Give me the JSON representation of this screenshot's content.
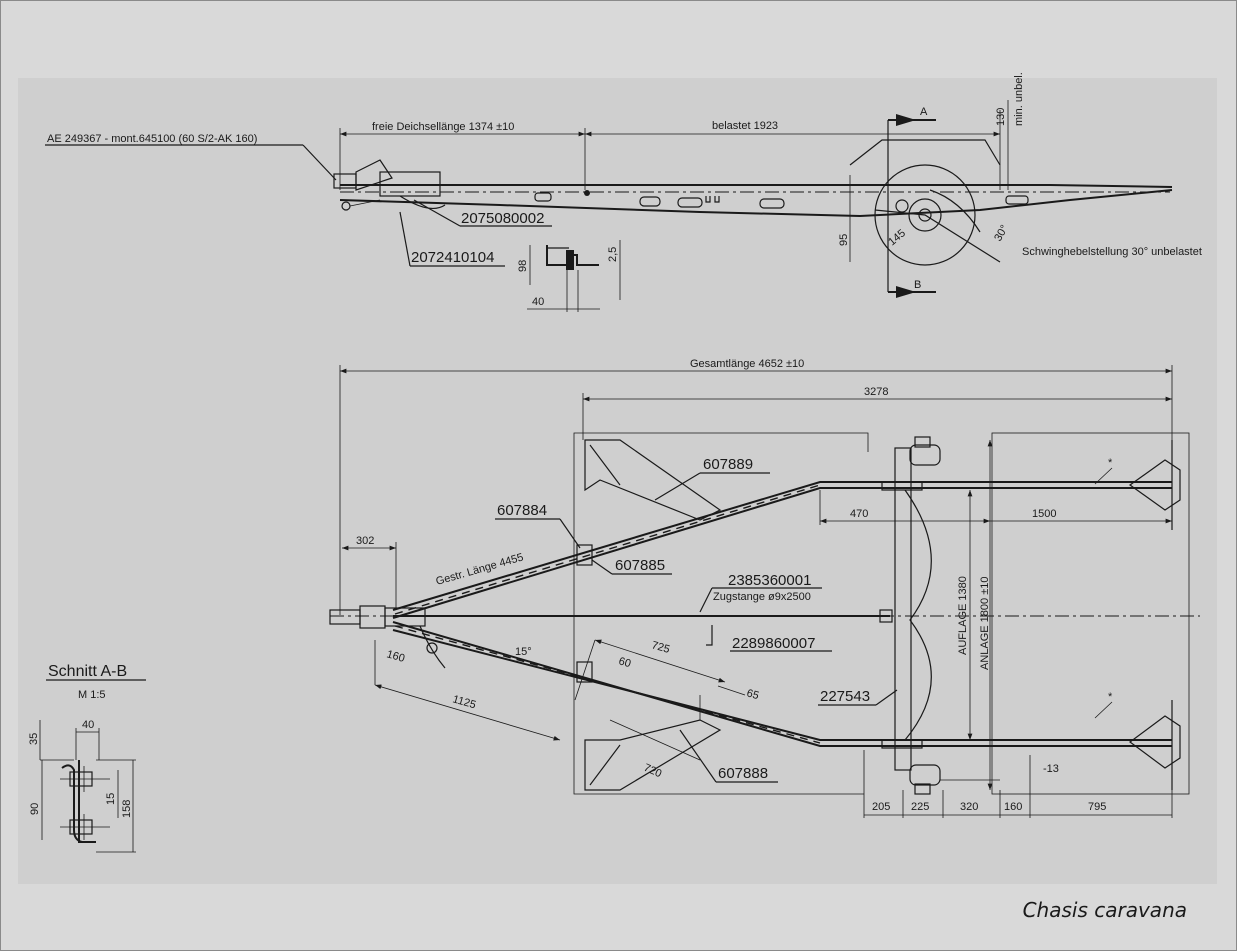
{
  "caption": "Chasis caravana",
  "side_view": {
    "coupling_spec": "AE 249367 - mont.645100 (60 S/2-AK 160)",
    "drawbar_length": "freie Deichsellänge 1374 ±10",
    "loaded": "belastet 1923",
    "section_a": "A",
    "section_b": "B",
    "dim_130": "130",
    "min_unbel": "min. unbel.",
    "dim_95": "95",
    "dim_145": "145",
    "angle_30": "30°",
    "swing_arm": "Schwinghebelstellung 30° unbelastet",
    "part_1": "2075080002",
    "part_2": "2072410104",
    "profile_98": "98",
    "profile_25": "2,5",
    "profile_40": "40"
  },
  "top_view": {
    "total_length": "Gesamtlänge 4652 ±10",
    "dim_3278": "3278",
    "dim_302": "302",
    "stretched_length": "Gestr. Länge 4455",
    "part_607889": "607889",
    "part_607884": "607884",
    "part_607885": "607885",
    "part_2385360001": "2385360001",
    "pull_rod": "Zugstange ø9x2500",
    "part_2289860007": "2289860007",
    "part_227543": "227543",
    "part_607888": "607888",
    "dim_470": "470",
    "dim_1500": "1500",
    "dim_160": "160",
    "dim_1125": "1125",
    "angle_15": "15°",
    "dim_60": "60",
    "dim_725": "725",
    "dim_65": "65",
    "dim_720": "720",
    "auflage": "AUFLAGE 1380",
    "anlage": "ANLAGE 1800 ±10",
    "dim_13": "-13",
    "dim_205": "205",
    "dim_225": "225",
    "dim_320": "320",
    "dim_160b": "160",
    "dim_795": "795",
    "star": "*"
  },
  "section": {
    "title": "Schnitt A-B",
    "scale": "M 1:5",
    "dim_35": "35",
    "dim_40": "40",
    "dim_90": "90",
    "dim_15": "15",
    "dim_158": "158"
  }
}
